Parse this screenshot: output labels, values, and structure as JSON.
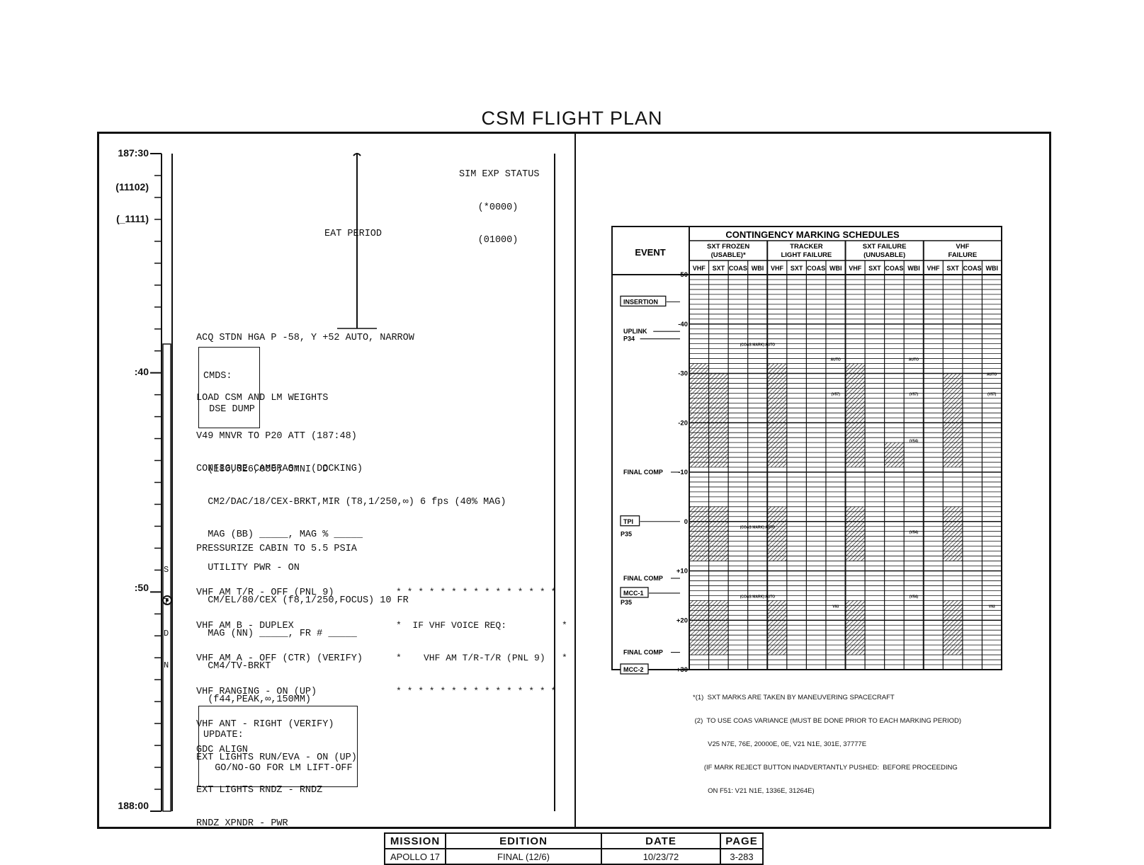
{
  "header": {
    "title": "CSM FLIGHT PLAN"
  },
  "timeline": {
    "start_label": "187:30",
    "start_codes": [
      "(11102)",
      "(_1111)"
    ],
    "mark_40": ":40",
    "mark_50": ":50",
    "end_label": "188:00",
    "stdn_letters": [
      "S",
      "T",
      "D",
      "N"
    ]
  },
  "activities": {
    "eat_period": "EAT PERIOD",
    "sim_exp": [
      "SIM EXP STATUS",
      "(*0000)",
      "(01000)"
    ],
    "acq": "ACQ STDN HGA P -58, Y +52 AUTO, NARROW",
    "cmds_box": [
      "CMDS:",
      " DSE DUMP"
    ],
    "load_weights": "LOAD CSM AND LM WEIGHTS",
    "v49": [
      "V49 MNVR TO P20 ATT (187:48)",
      "  (180,026,000) OMNI  D"
    ],
    "cameras": [
      "CONFIGURE CAMERAS:  (DOCKING)",
      "  CM2/DAC/18/CEX-BRKT,MIR (T8,1/250,∞) 6 fps (40% MAG)",
      "  MAG (BB) _____, MAG % _____",
      "  UTILITY PWR - ON",
      "  CM/EL/80/CEX (f8,1/250,FOCUS) 10 FR",
      "  MAG (NN) _____, FR # _____",
      "  CM4/TV-BRKT",
      "  (f44,PEAK,∞,150MM)"
    ],
    "pressurize": "PRESSURIZE CABIN TO 5.5 PSIA",
    "vhf_list": [
      "VHF AM T/R - OFF (PNL 9)",
      "VHF AM B - DUPLEX",
      "VHF AM A - OFF (CTR) (VERIFY)",
      "VHF RANGING - ON (UP)",
      "VHF ANT - RIGHT (VERIFY)",
      "EXT LIGHTS RUN/EVA - ON (UP)",
      "EXT LIGHTS RNDZ - RNDZ",
      "RNDZ XPNDR - PWR"
    ],
    "voice_box": [
      "* * * * * * * * * * * * * * *",
      "*  IF VHF VOICE REQ:          *",
      "*    VHF AM T/R-T/R (PNL 9)   *",
      "* * * * * * * * * * * * * * *"
    ],
    "update_box": [
      "UPDATE:",
      "  GO/NO-GO FOR LM LIFT-OFF"
    ],
    "gdc_align": "GDC ALIGN"
  },
  "chart": {
    "title": "CONTINGENCY MARKING SCHEDULES",
    "event_header": "EVENT",
    "groups": [
      [
        "SXT FROZEN",
        "(USABLE)*"
      ],
      [
        "TRACKER",
        "LIGHT FAILURE"
      ],
      [
        "SXT FAILURE",
        "(UNUSABLE)"
      ],
      [
        "VHF",
        "FAILURE"
      ]
    ],
    "cols": [
      "VHF",
      "SXT",
      "COAS",
      "WBI",
      "VHF",
      "SXT",
      "COAS",
      "WBI",
      "VHF",
      "SXT",
      "COAS",
      "WBI",
      "VHF",
      "SXT",
      "COAS",
      "WBI"
    ],
    "time_ticks": [
      "-50",
      "-40",
      "-30",
      "-20",
      "-10",
      "0",
      "+10",
      "+20",
      "+30"
    ],
    "events": {
      "insertion": "INSERTION",
      "uplink": "UPLINK",
      "p34": "P34",
      "final_comp": "FINAL COMP",
      "tpi": "TPI",
      "p35": "P35",
      "mcc1": "MCC-1",
      "mcc2": "MCC-2"
    },
    "cell_labels": {
      "coas_wbi_auto": [
        "(COAS",
        "MARK)",
        "AUTO"
      ],
      "auto": "AUTO",
      "v57": "(V57)",
      "v54": "(V54)",
      "v93": "V93"
    }
  },
  "notes": [
    "*(1)  SXT MARKS ARE TAKEN BY MANEUVERING SPACECRAFT",
    " (2)  TO USE COAS VARIANCE (MUST BE DONE PRIOR TO EACH MARKING PERIOD)",
    "        V25 N7E, 76E, 20000E, 0E, V21 N1E, 301E, 37777E",
    "      (IF MARK REJECT BUTTON INADVERTANTLY PUSHED:  BEFORE PROCEEDING",
    "        ON F51: V21 N1E, 1336E, 31264E)"
  ],
  "footer": {
    "headers": [
      "MISSION",
      "EDITION",
      "DATE",
      "PAGE"
    ],
    "values": [
      "APOLLO 17",
      "FINAL (12/6)",
      "10/23/72",
      "3-283"
    ]
  }
}
